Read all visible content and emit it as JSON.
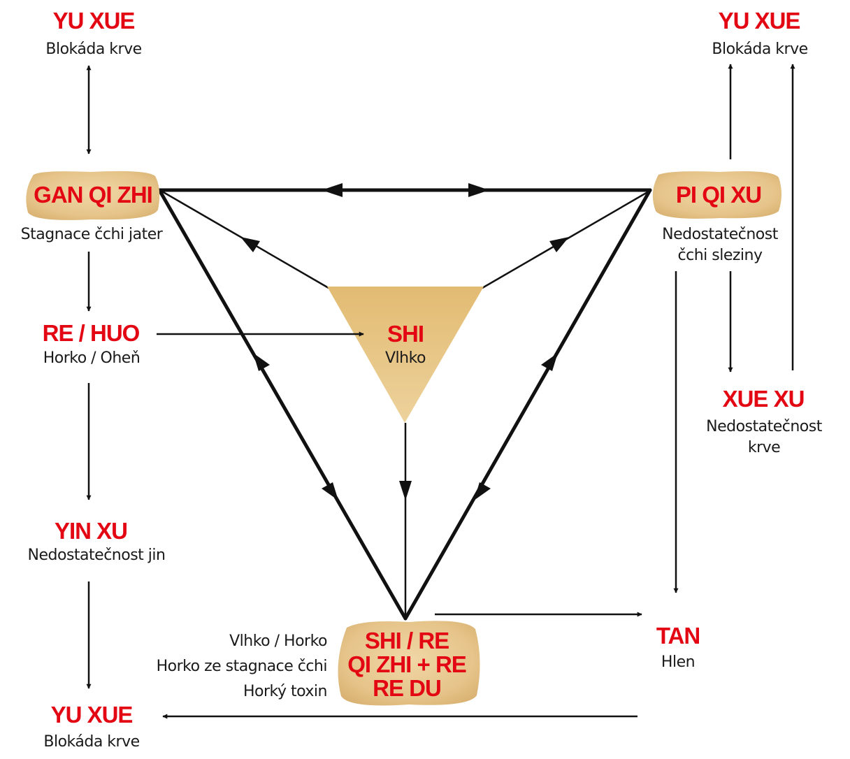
{
  "nodes": {
    "yu_xue_top_left": {
      "title": "YU XUE",
      "subtitle": "Blokáda krve"
    },
    "gan_qi_zhi": {
      "title": "GAN QI ZHI",
      "subtitle": "Stagnace čchi jater"
    },
    "re_huo": {
      "title": "RE / HUO",
      "subtitle": "Horko / Oheň"
    },
    "yin_xu": {
      "title": "YIN XU",
      "subtitle": "Nedostatečnost jin"
    },
    "yu_xue_bottom_left": {
      "title": "YU XUE",
      "subtitle": "Blokáda krve"
    },
    "shi": {
      "title": "SHI",
      "subtitle": "Vlhko"
    },
    "shi_re": {
      "lines": [
        "SHI / RE",
        "QI ZHI + RE",
        "RE DU"
      ],
      "labels": [
        "Vlhko / Horko",
        "Horko ze stagnace čchi",
        "Horký toxin"
      ]
    },
    "tan": {
      "title": "TAN",
      "subtitle": "Hlen"
    },
    "pi_qi_xu": {
      "title": "PI QI XU",
      "subtitle_lines": [
        "Nedostatečnost",
        "čchi sleziny"
      ]
    },
    "yu_xue_top_right": {
      "title": "YU XUE",
      "subtitle": "Blokáda krve"
    },
    "xue_xu": {
      "title": "XUE XU",
      "subtitle_lines": [
        "Nedostatečnost",
        "krve"
      ]
    }
  },
  "colors": {
    "title": "#e30613",
    "text": "#1a1a1a",
    "parchment": "#e8c68a"
  }
}
